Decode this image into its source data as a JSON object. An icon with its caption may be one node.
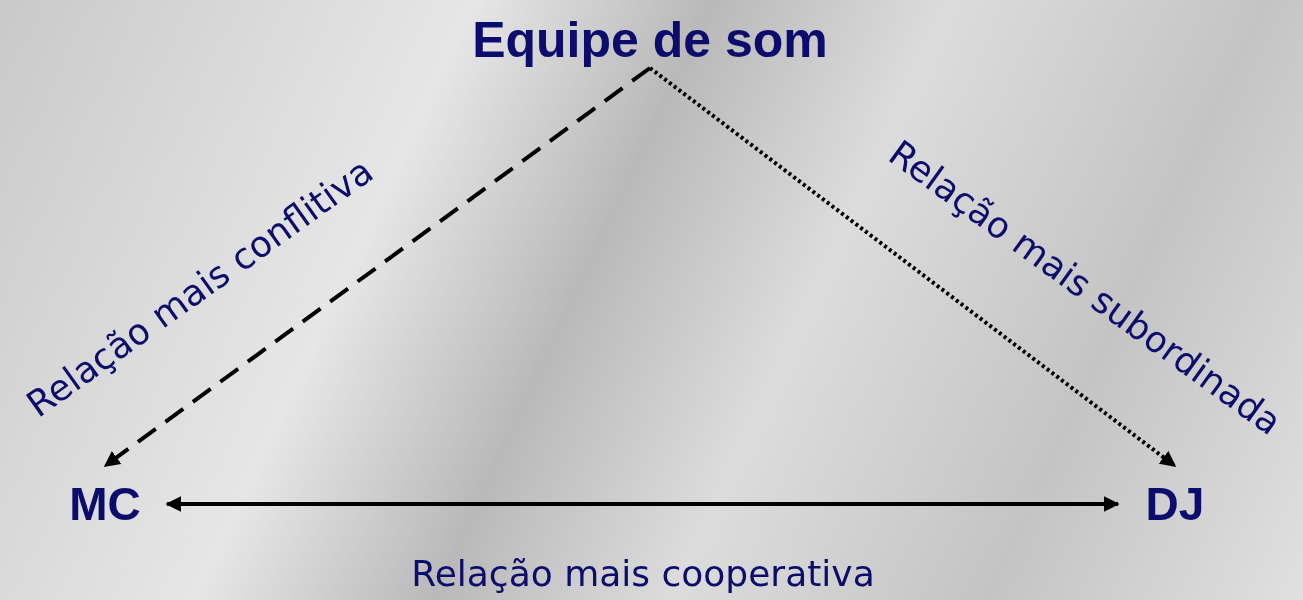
{
  "diagram": {
    "nodes": [
      {
        "text": [
          "Equipe de som"
        ]
      },
      {
        "text": [
          "MC"
        ]
      },
      {
        "text": [
          "DJ"
        ]
      }
    ],
    "edges": [
      {
        "from": 0,
        "to": 1,
        "arrow": "to",
        "style": "dashed",
        "label": "Relação mais conflitiva"
      },
      {
        "from": 0,
        "to": 2,
        "arrow": "to",
        "style": "dashed",
        "label": "Relação mais subordinada"
      },
      {
        "from": 1,
        "to": 2,
        "arrow": "both",
        "label": "Relação mais cooperativa"
      }
    ]
  }
}
